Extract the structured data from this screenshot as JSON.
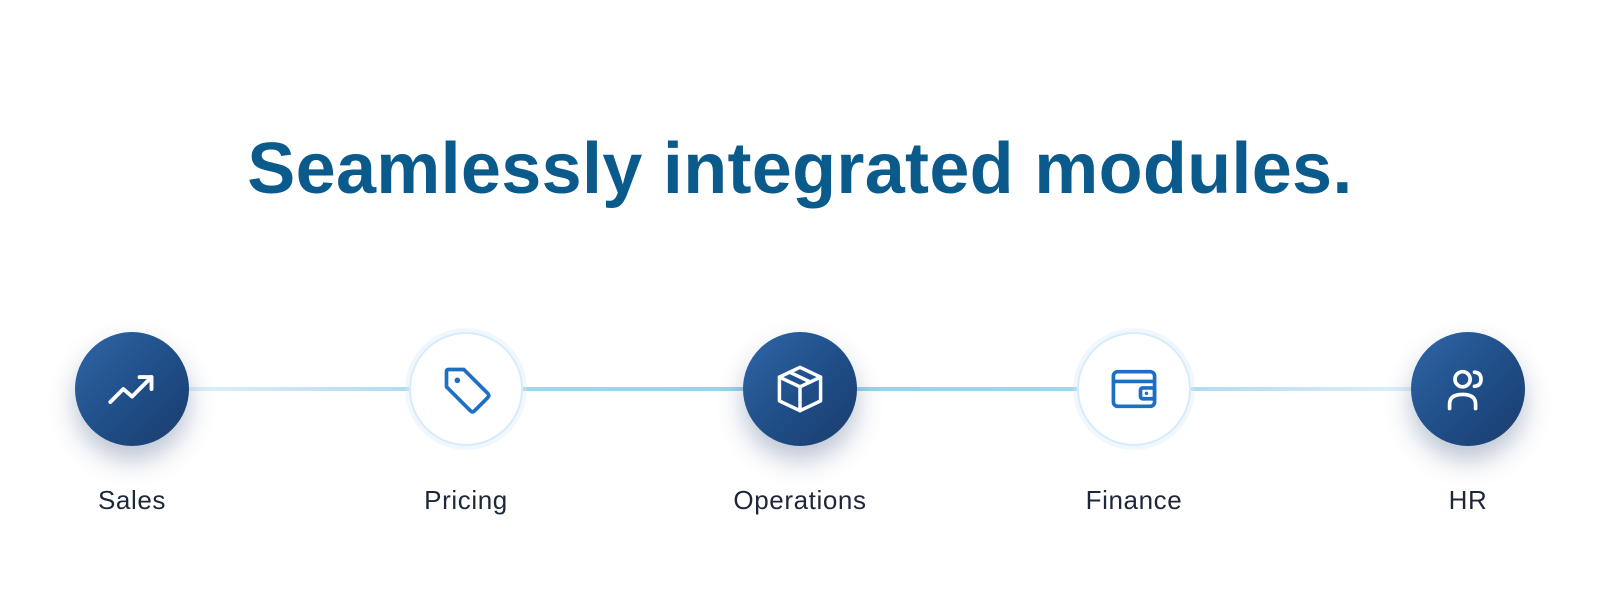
{
  "headline": "Seamlessly integrated modules.",
  "colors": {
    "headline": "#0b5a8c",
    "node_dark": "#1f4d86",
    "icon_light_stroke": "#1d6fc4",
    "icon_dark_stroke": "#ffffff",
    "track": "#96cdeb",
    "label": "#1e2738"
  },
  "modules": [
    {
      "label": "Sales",
      "icon": "trending-up-icon",
      "style": "dark"
    },
    {
      "label": "Pricing",
      "icon": "price-tag-icon",
      "style": "light"
    },
    {
      "label": "Operations",
      "icon": "package-box-icon",
      "style": "dark"
    },
    {
      "label": "Finance",
      "icon": "wallet-icon",
      "style": "light"
    },
    {
      "label": "HR",
      "icon": "users-icon",
      "style": "dark"
    }
  ]
}
